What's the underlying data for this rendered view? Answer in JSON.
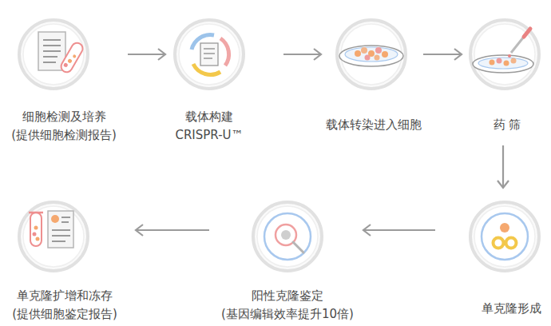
{
  "diagram": {
    "nodes": [
      {
        "text": [
          "细胞检测及培养",
          "(提供细胞检测报告)"
        ]
      },
      {
        "text": [
          "载体构建",
          "CRISPR-U™"
        ]
      },
      {
        "text": [
          "载体转染进入细胞"
        ]
      },
      {
        "text": [
          "药 筛"
        ]
      },
      {
        "text": [
          "单克隆形成"
        ]
      },
      {
        "text": [
          "阳性克隆鉴定",
          "(基因编辑效率提升10倍)"
        ]
      },
      {
        "text": [
          "单克隆扩增和冻存",
          "(提供细胞鉴定报告)"
        ]
      }
    ],
    "edges": [
      {
        "from": 0,
        "to": 1,
        "arrow": "to"
      },
      {
        "from": 1,
        "to": 2,
        "arrow": "to"
      },
      {
        "from": 2,
        "to": 3,
        "arrow": "to"
      },
      {
        "from": 3,
        "to": 4,
        "arrow": "to"
      },
      {
        "from": 4,
        "to": 5,
        "arrow": "to"
      },
      {
        "from": 5,
        "to": 6,
        "arrow": "to"
      }
    ]
  }
}
